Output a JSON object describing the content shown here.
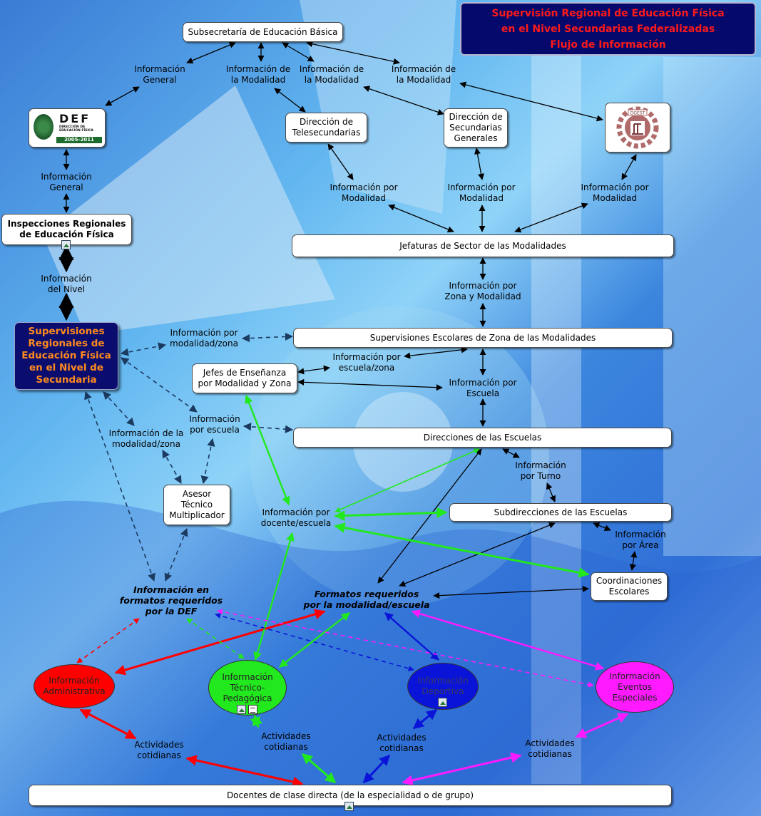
{
  "title": "Supervisión Regional de Educación Física\nen el Nivel Secundarias Federalizadas\nFlujo de Información",
  "colors": {
    "black_edge": "#000000",
    "dashed_edge": "#1b3a60",
    "admin": "#ff0000",
    "tecnico": "#22e81e",
    "deportiva": "#0a14d8",
    "eventos": "#ff1aff",
    "title_bg": "#05096b",
    "title_text": "#ff1a1a",
    "supervision_text": "#ff8a1e"
  },
  "logos": {
    "def_main": "DEF",
    "def_sub": "DIRECCIÓN DE\nEDUCACIÓN FÍSICA",
    "def_years": "2005-2011",
    "dgest_text": "DGEST"
  },
  "nodes": {
    "subsecretaria": "Subsecretaría de Educación Básica",
    "telesecundarias": "Dirección de\nTelesecundarias",
    "sec_generales": "Dirección de\nSecundarias\nGenerales",
    "inspecciones": "Inspecciones Regionales\nde Educación Física",
    "jefaturas": "Jefaturas de Sector de las Modalidades",
    "supervisiones_regionales": "Supervisiones\nRegionales de\nEducación Física\nen el Nivel de\nSecundaria",
    "supervisiones_escolares": "Supervisiones Escolares de Zona de las Modalidades",
    "jefes_ensenanza": "Jefes de Enseñanza\npor Modalidad y Zona",
    "direcciones": "Direcciones de las Escuelas",
    "asesor": "Asesor\nTécnico\nMultiplicador",
    "subdirecciones": "Subdirecciones de las Escuelas",
    "coordinaciones": "Coordinaciones\nEscolares",
    "docentes": "Docentes de clase directa (de la especialidad o de grupo)"
  },
  "ovals": {
    "administrativa": "Información\nAdministrativa",
    "tecnico": "Información\nTécnico-\nPedagógica",
    "deportiva": "Información\nDeportiva",
    "eventos": "Información\nEventos\nEspeciales"
  },
  "labels": {
    "info_general_1": "Información\nGeneral",
    "info_modalidad_1": "Información de\nla Modalidad",
    "info_modalidad_2": "Información de\nla Modalidad",
    "info_modalidad_3": "Información de\nla Modalidad",
    "info_general_2": "Información\nGeneral",
    "info_modalidad_p1": "Información por\nModalidad",
    "info_modalidad_p2": "Información por\nModalidad",
    "info_modalidad_p3": "Información por\nModalidad",
    "info_nivel": "Información\ndel Nivel",
    "info_zona_modalidad": "Información por\nZona y Modalidad",
    "info_modalidad_zona": "Información por\nmodalidad/zona",
    "info_escuela_zona": "Información por\nescuela/zona",
    "info_escuela": "Información por\nEscuela",
    "info_por_escuela": "Información\npor escuela",
    "info_de_modalidad_zona": "Información de la\nmodalidad/zona",
    "info_turno": "Información\npor Turno",
    "info_docente_escuela": "Información por\ndocente/escuela",
    "info_area": "Información\npor Área",
    "formatos_def": "Información en\nformatos requeridos\npor la DEF",
    "formatos_modalidad": "Formatos requeridos\npor la modalidad/escuela",
    "act_1": "Actividades\ncotidianas",
    "act_2": "Actividades\ncotidianas",
    "act_3": "Actividades\ncotidianas",
    "act_4": "Actividades\ncotidianas"
  }
}
